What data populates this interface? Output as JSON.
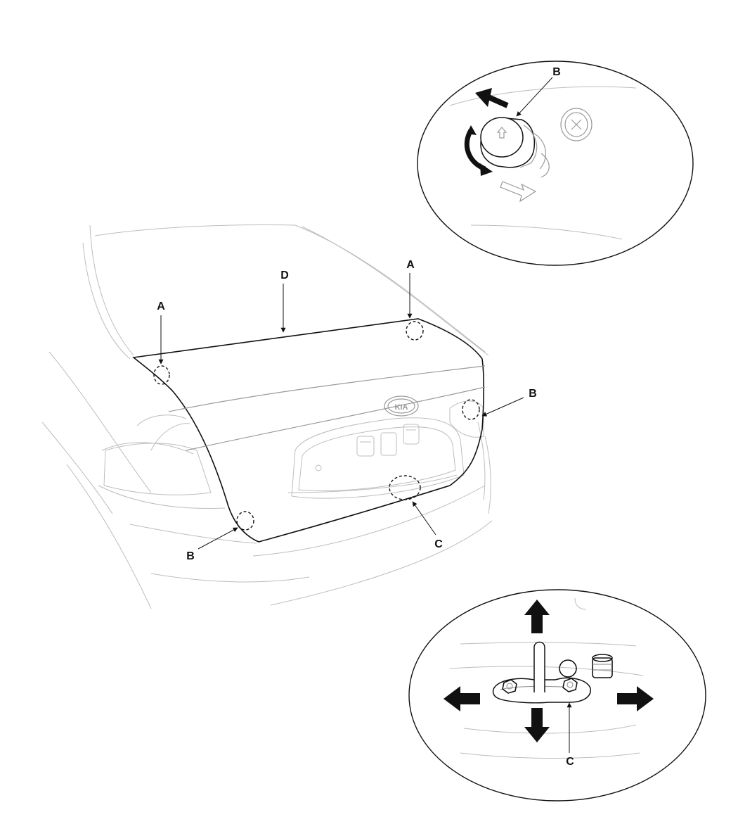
{
  "diagram": {
    "callouts": {
      "a_left": "A",
      "a_right": "A",
      "b_left": "B",
      "b_right": "B",
      "b_detail": "B",
      "c_main": "C",
      "c_detail": "C",
      "d_main": "D"
    },
    "badge_text": "KIA"
  },
  "colors": {
    "ink": "#111111",
    "body_lines": "#bdbdbd",
    "panel_lines": "#9a9a9a",
    "background": "#ffffff"
  }
}
